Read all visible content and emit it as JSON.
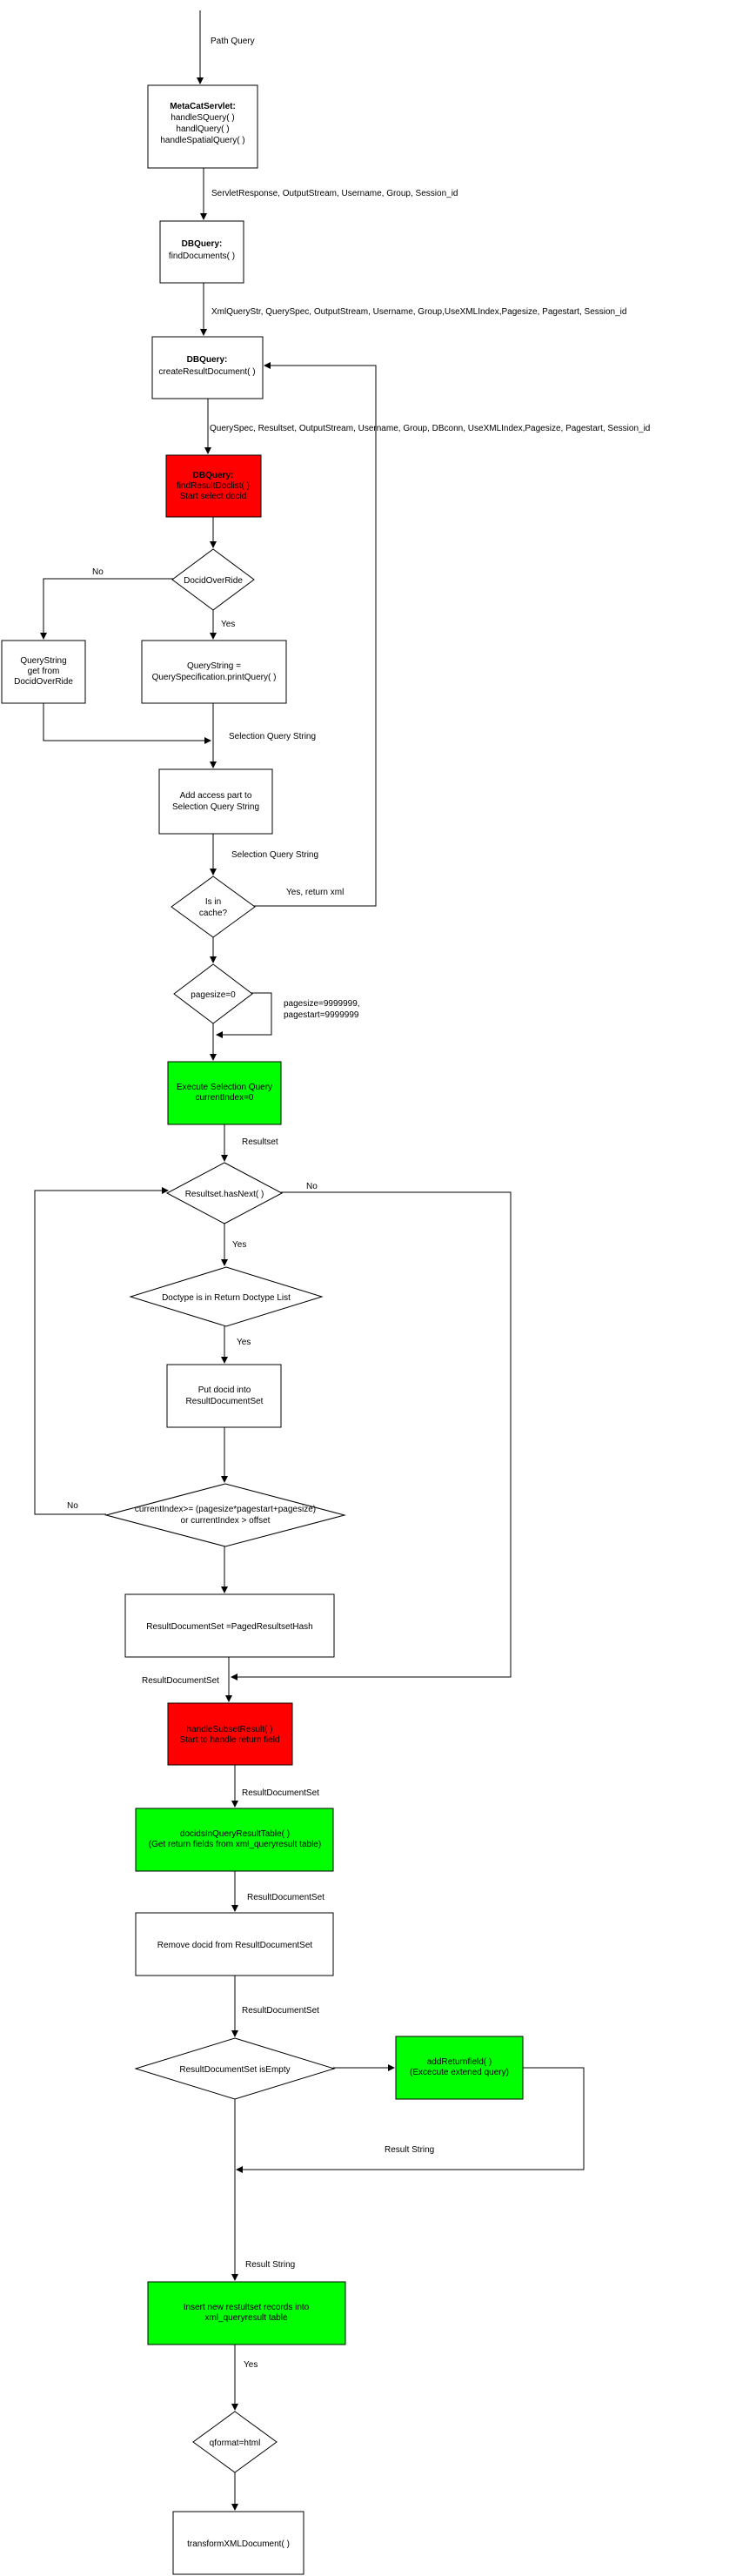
{
  "labels": {
    "path_query": "Path Query",
    "servlet_args": "ServletResponse, OutputStream,  Username, Group, Session_id",
    "dbquery_args": "XmlQueryStr, QuerySpec, OutputStream, Username, Group,UseXMLIndex,Pagesize, Pagestart, Session_id",
    "create_args": "QuerySpec, Resultset, OutputStream, Username, Group, DBconn, UseXMLIndex,Pagesize, Pagestart, Session_id",
    "no_1": "No",
    "yes_1": "Yes",
    "selection_qs_1": "Selection Query String",
    "selection_qs_2": "Selection Query String",
    "yes_return_xml": "Yes, return xml",
    "pagesize_note_1": "pagesize=9999999,",
    "pagesize_note_2": "pagestart=9999999",
    "resultset": "Resultset",
    "no_hasnext": "No",
    "yes_hasnext": "Yes",
    "yes_doctype": "Yes",
    "no_loop": "No",
    "rds_1": "ResultDocumentSet",
    "rds_2": "ResultDocumentSet",
    "rds_3": "ResultDocumentSet",
    "rds_4": "ResultDocumentSet",
    "result_string_1": "Result String",
    "result_string_2": "Result String",
    "yes_final": "Yes"
  },
  "nodes": {
    "metacat": {
      "title": "MetaCatServlet:",
      "lines": [
        "handleSQuery( )",
        "handlQuery( )",
        "handleSpatialQuery( )"
      ]
    },
    "dbquery1": {
      "title": "DBQuery:",
      "lines": [
        "findDocuments( )"
      ]
    },
    "dbquery2": {
      "title": "DBQuery:",
      "lines": [
        "createResultDocument( )"
      ]
    },
    "dbquery3": {
      "title": "DBQuery:",
      "lines": [
        "findResultDoclist( )",
        "Start select docid"
      ]
    },
    "docid_override": {
      "lines": [
        "DocidOverRide"
      ]
    },
    "querystring_override": {
      "lines": [
        "QueryString",
        "get from",
        "DocidOverRide"
      ]
    },
    "querystring_print": {
      "lines": [
        "QueryString =",
        "QuerySpecification.printQuery( )"
      ]
    },
    "add_access": {
      "lines": [
        "Add access part to",
        "Selection Query String"
      ]
    },
    "is_cache": {
      "lines": [
        "Is in",
        "cache?"
      ]
    },
    "pagesize": {
      "lines": [
        "pagesize=0"
      ]
    },
    "execute": {
      "lines": [
        "Execute Selection Query",
        "currentIndex=0"
      ]
    },
    "hasnext": {
      "lines": [
        "Resultset.hasNext( )"
      ]
    },
    "doctype": {
      "lines": [
        "Doctype is in Return Doctype List"
      ]
    },
    "put_docid": {
      "lines": [
        "Put docid into",
        "ResultDocumentSet"
      ]
    },
    "current_index": {
      "lines": [
        "currentIndex>= (pagesize*pagestart+pagesize)",
        "or currentIndex > offset"
      ]
    },
    "paged": {
      "lines": [
        "ResultDocumentSet =PagedResultsetHash"
      ]
    },
    "handle_subset": {
      "lines": [
        "handleSubsetResult( )",
        "Start to handle return field"
      ]
    },
    "docids_in": {
      "lines": [
        "docidsInQueryResultTable( )",
        "(Get return fields from xml_queryresult table)"
      ]
    },
    "remove_docid": {
      "lines": [
        "Remove docid from ResultDocumentSet"
      ]
    },
    "is_empty": {
      "lines": [
        "ResultDocumentSet isEmpty"
      ]
    },
    "add_return": {
      "lines": [
        "addReturnfield( )",
        "(Excecute extened query)"
      ]
    },
    "insert_new": {
      "lines": [
        "Insert new restultset records into",
        "xml_queryresult table"
      ]
    },
    "qformat": {
      "lines": [
        "qformat=html"
      ]
    },
    "transform": {
      "lines": [
        "transformXMLDocument( )"
      ]
    }
  },
  "colors": {
    "red": "#ff0000",
    "green": "#00ff00",
    "line": "#000000"
  }
}
